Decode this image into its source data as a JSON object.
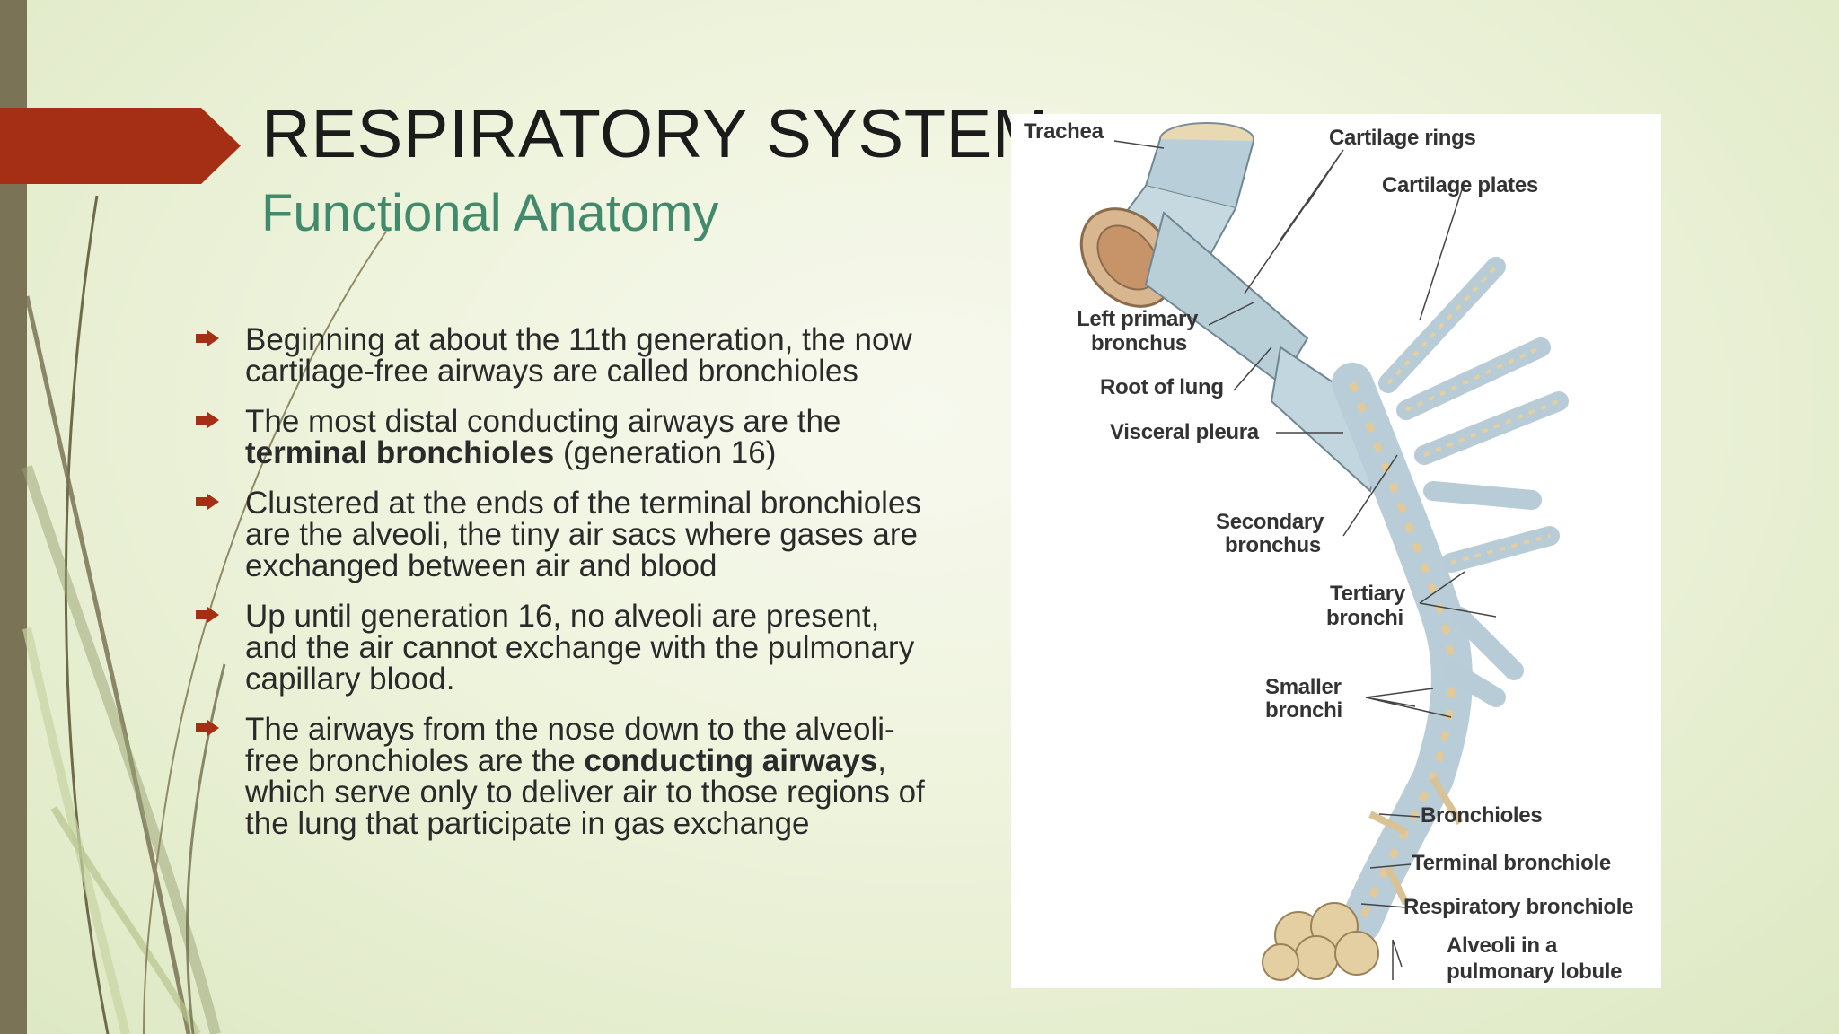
{
  "slide": {
    "title": "RESPIRATORY SYSTEM",
    "subtitle": "Functional Anatomy",
    "bullets": [
      {
        "pre": "Beginning at about the 11th generation, the now cartilage-free airways are called bronchioles",
        "bold": "",
        "post": ""
      },
      {
        "pre": "The most distal conducting airways are the ",
        "bold": "terminal bronchioles",
        "post": " (generation 16)"
      },
      {
        "pre": "Clustered at the ends of the terminal bronchioles are the alveoli, the tiny air sacs where gases are exchanged between air and blood",
        "bold": "",
        "post": ""
      },
      {
        "pre": "Up until generation 16, no alveoli are present, and the air cannot exchange with the pulmonary capillary blood.",
        "bold": "",
        "post": ""
      },
      {
        "pre": "The airways from the nose down to the alveoli-free bronchioles are the ",
        "bold": "conducting airways",
        "post": ", which serve only to deliver air to those regions of the lung that participate in gas exchange"
      }
    ],
    "bullet_icon": "arrow-right-bullet-icon",
    "colors": {
      "accent_red": "#a52f14",
      "subtitle_green": "#418a6b",
      "side_bar": "#7a7355"
    }
  },
  "diagram": {
    "labels": {
      "trachea": "Trachea",
      "cartilage_rings": "Cartilage rings",
      "cartilage_plates": "Cartilage plates",
      "left_primary_1": "Left primary",
      "left_primary_2": "bronchus",
      "root_of_lung": "Root of lung",
      "visceral_pleura": "Visceral pleura",
      "secondary_1": "Secondary",
      "secondary_2": "bronchus",
      "tertiary_1": "Tertiary",
      "tertiary_2": "bronchi",
      "smaller_1": "Smaller",
      "smaller_2": "bronchi",
      "bronchioles": "Bronchioles",
      "terminal_bronchiole": "Terminal  bronchiole",
      "respiratory_bronchiole": "Respiratory bronchiole",
      "alveoli_1": "Alveoli in a",
      "alveoli_2": "pulmonary lobule"
    }
  }
}
